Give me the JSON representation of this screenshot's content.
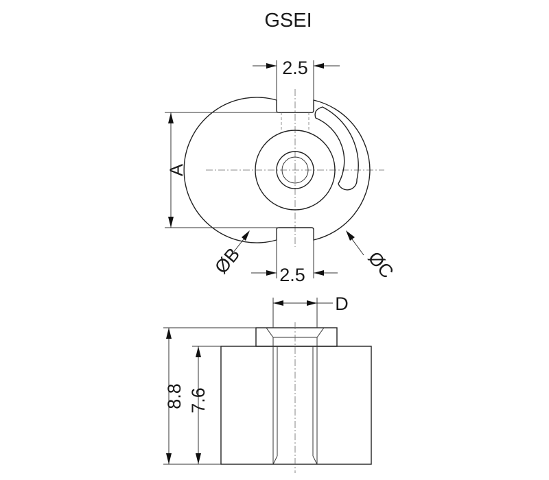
{
  "title": "GSEI",
  "dimensions": {
    "slot_top": "2.5",
    "slot_bottom": "2.5",
    "height_a": "A",
    "diameter_b": "ØB",
    "diameter_c": "ØC",
    "flange_d": "D",
    "total_height": "8.8",
    "body_height": "7.6"
  }
}
